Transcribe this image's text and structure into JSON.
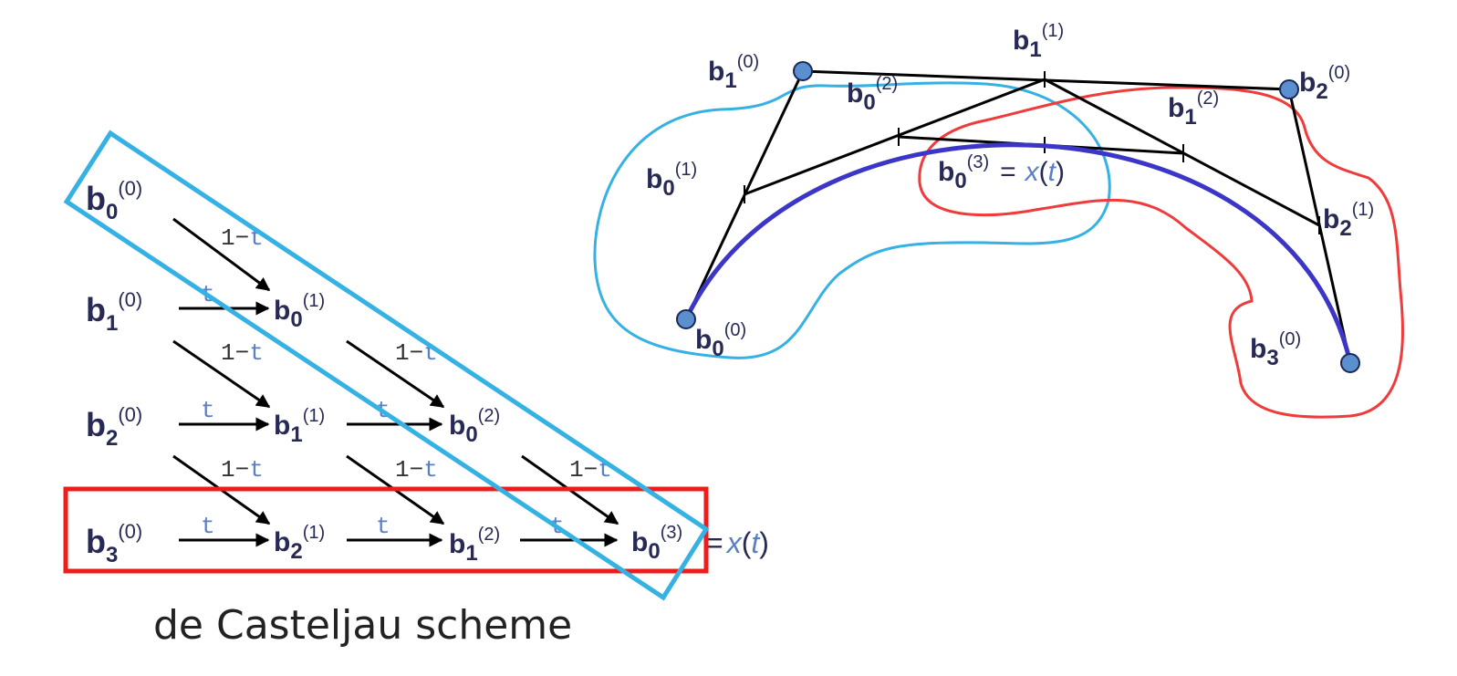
{
  "scheme": {
    "caption": "de Casteljau scheme",
    "weight_one_minus": "1−",
    "weight_t": "t",
    "result_eq": "=",
    "result_x": "x",
    "result_t": "t",
    "result_open": "(",
    "result_close": ")",
    "nodes": [
      {
        "b": "b",
        "i": "0",
        "r": "(0)"
      },
      {
        "b": "b",
        "i": "1",
        "r": "(0)"
      },
      {
        "b": "b",
        "i": "0",
        "r": "(1)"
      },
      {
        "b": "b",
        "i": "2",
        "r": "(0)"
      },
      {
        "b": "b",
        "i": "1",
        "r": "(1)"
      },
      {
        "b": "b",
        "i": "0",
        "r": "(2)"
      },
      {
        "b": "b",
        "i": "3",
        "r": "(0)"
      },
      {
        "b": "b",
        "i": "2",
        "r": "(1)"
      },
      {
        "b": "b",
        "i": "1",
        "r": "(2)"
      },
      {
        "b": "b",
        "i": "0",
        "r": "(3)"
      }
    ],
    "colors": {
      "highlight_blue": "#35b1e4",
      "highlight_red": "#ef1c1c",
      "label": "#262a55",
      "weight": "#5b7fc7"
    }
  },
  "curve": {
    "points": [
      {
        "b": "b",
        "i": "0",
        "r": "(0)"
      },
      {
        "b": "b",
        "i": "1",
        "r": "(0)"
      },
      {
        "b": "b",
        "i": "2",
        "r": "(0)"
      },
      {
        "b": "b",
        "i": "3",
        "r": "(0)"
      },
      {
        "b": "b",
        "i": "0",
        "r": "(1)"
      },
      {
        "b": "b",
        "i": "1",
        "r": "(1)"
      },
      {
        "b": "b",
        "i": "2",
        "r": "(1)"
      },
      {
        "b": "b",
        "i": "0",
        "r": "(2)"
      },
      {
        "b": "b",
        "i": "1",
        "r": "(2)"
      }
    ],
    "result_label": {
      "b": "b",
      "i": "0",
      "r": "(3)",
      "eq": "=",
      "x": "x",
      "t": "t"
    },
    "colors": {
      "curve": "#3b36c8",
      "control_point": "#5b8fd0",
      "blob_blue": "#35b1e4",
      "blob_red": "#ef3b3b"
    }
  }
}
